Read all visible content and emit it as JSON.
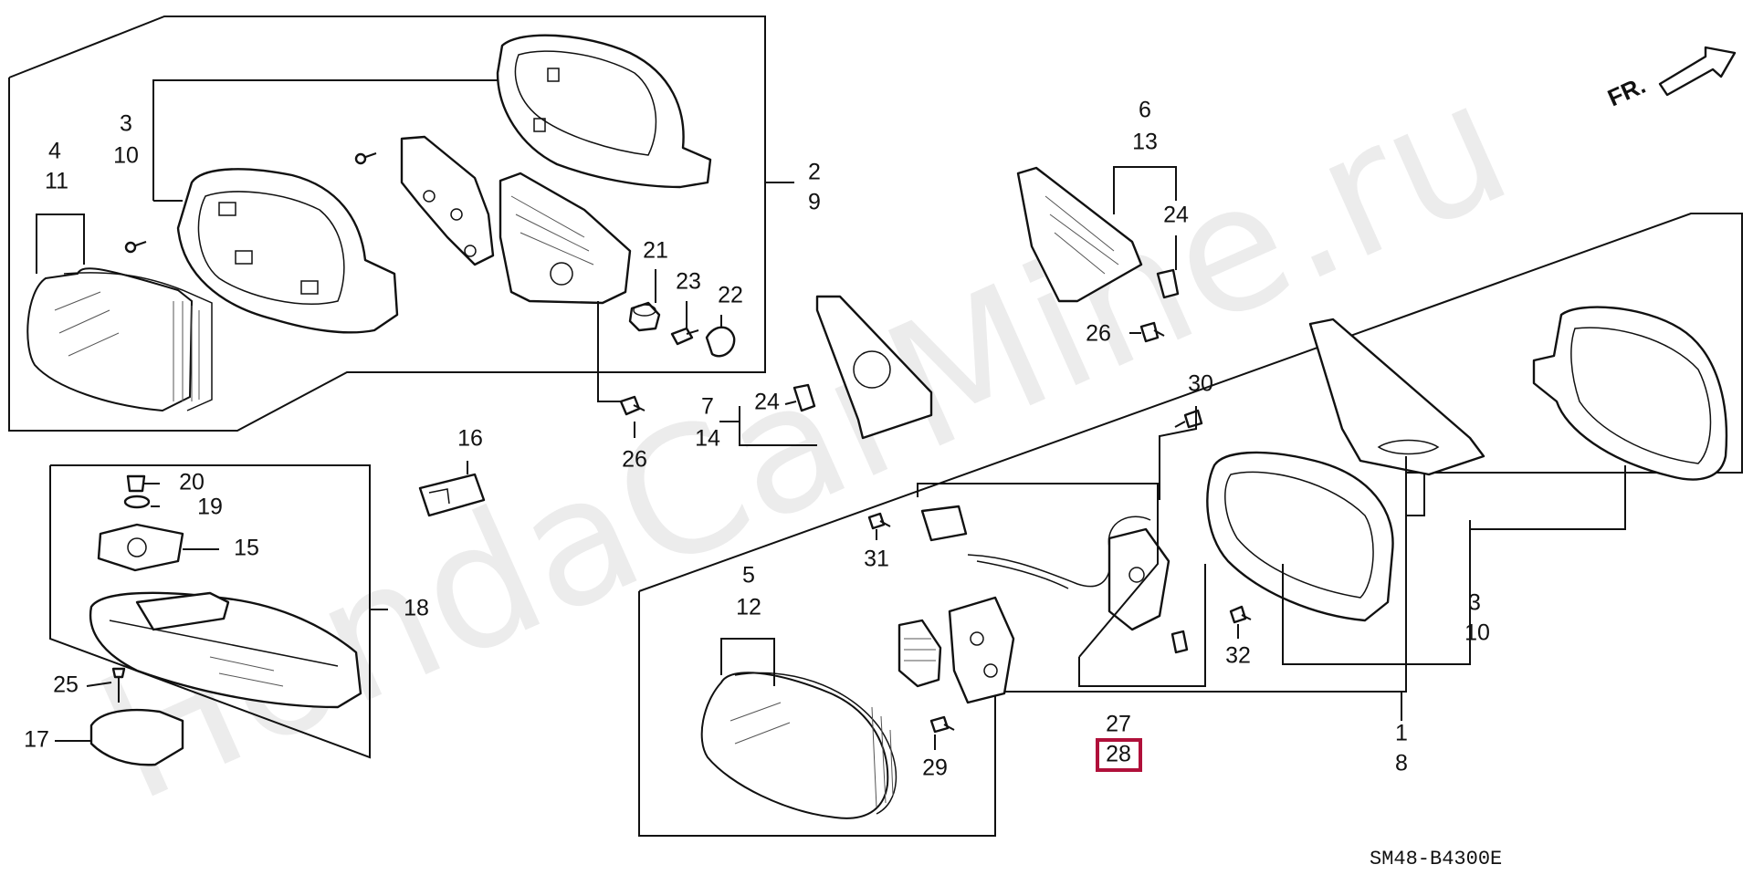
{
  "diagram": {
    "watermark": "HondaCarMine.ru",
    "diagram_code": "SM48-B4300E",
    "direction_label": "FR.",
    "highlight_color": "#b0103a",
    "labels": {
      "c1": "1",
      "c2": "2",
      "c3a": "3",
      "c3b": "3",
      "c4": "4",
      "c5": "5",
      "c6": "6",
      "c7": "7",
      "c8": "8",
      "c9": "9",
      "c10a": "10",
      "c10b": "10",
      "c11": "11",
      "c12": "12",
      "c13": "13",
      "c14": "14",
      "c15": "15",
      "c16": "16",
      "c17": "17",
      "c18": "18",
      "c19": "19",
      "c20": "20",
      "c21": "21",
      "c22": "22",
      "c23": "23",
      "c24a": "24",
      "c24b": "24",
      "c25": "25",
      "c26a": "26",
      "c26b": "26",
      "c27": "27",
      "c28": "28",
      "c29": "29",
      "c30": "30",
      "c31": "31",
      "c32": "32"
    }
  }
}
